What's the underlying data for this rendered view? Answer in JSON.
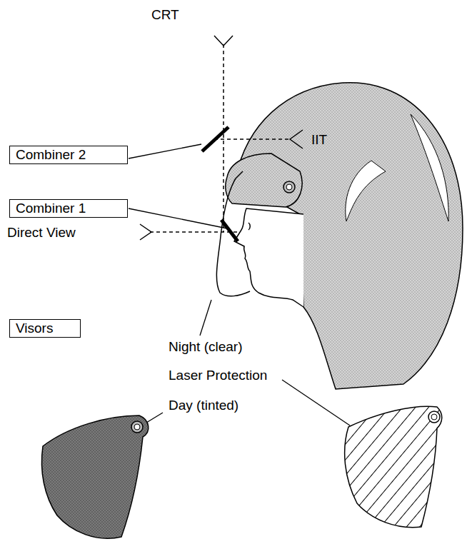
{
  "diagram": {
    "nodes": [
      {
        "text": [
          "Combiner 2"
        ]
      },
      {
        "text": [
          "Combiner 1"
        ]
      },
      {
        "text": [
          "Visors"
        ]
      }
    ],
    "labels": [
      "CRT",
      "IIT",
      "Direct View",
      "Night (clear)",
      "Laser Protection",
      "Day (tinted)"
    ]
  }
}
